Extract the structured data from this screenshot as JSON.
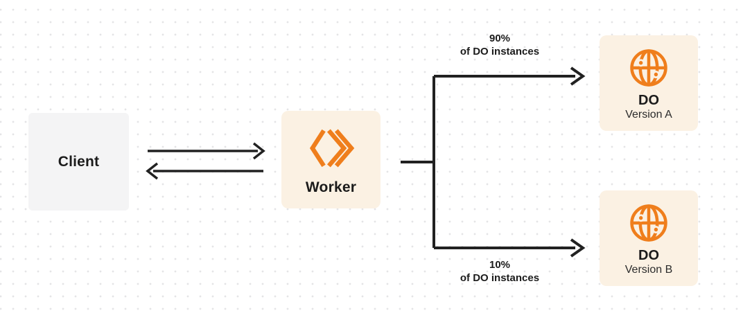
{
  "colors": {
    "accent_orange": "#EF7E1C",
    "cream": "#FBF1E3",
    "client_gray": "#F4F4F5",
    "line": "#212121",
    "text": "#1B1B1B",
    "subtext": "#2B2B2B",
    "dot": "#E4E4E6"
  },
  "nodes": {
    "client": {
      "label": "Client"
    },
    "worker": {
      "label": "Worker",
      "icon": "cloudflare-workers-logo-icon"
    },
    "do_version_a": {
      "title": "DO",
      "subtitle": "Version A",
      "icon": "globe-icon"
    },
    "do_version_b": {
      "title": "DO",
      "subtitle": "Version B",
      "icon": "globe-icon"
    }
  },
  "edges": {
    "client_worker": {
      "type": "bidirectional-arrows"
    },
    "top_branch": {
      "percent": "90%",
      "caption": "of DO instances"
    },
    "bottom_branch": {
      "percent": "10%",
      "caption": "of DO instances"
    }
  }
}
